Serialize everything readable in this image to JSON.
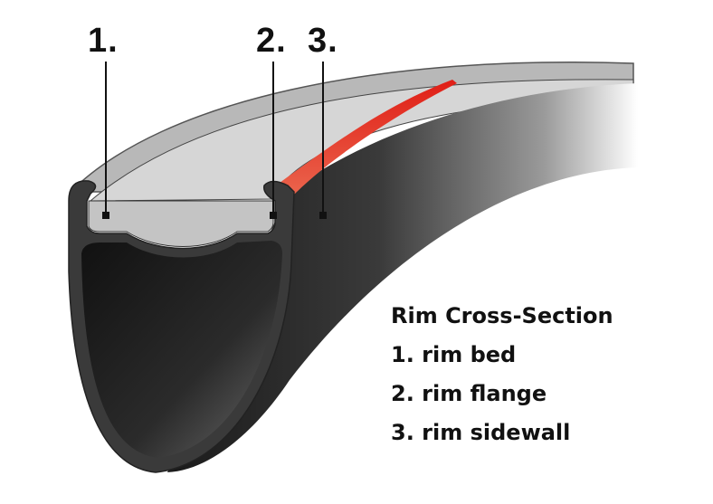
{
  "callouts": [
    {
      "number": "1."
    },
    {
      "number": "2."
    },
    {
      "number": "3."
    }
  ],
  "legend": {
    "title": "Rim Cross-Section",
    "items": [
      "1. rim bed",
      "2. rim flange",
      "3. rim sidewall"
    ]
  },
  "colors": {
    "rim_dark": "#2a2a2a",
    "rim_gray": "#b5b5b5",
    "rim_light": "#d9d9d9",
    "stripe": "#e8271e"
  }
}
